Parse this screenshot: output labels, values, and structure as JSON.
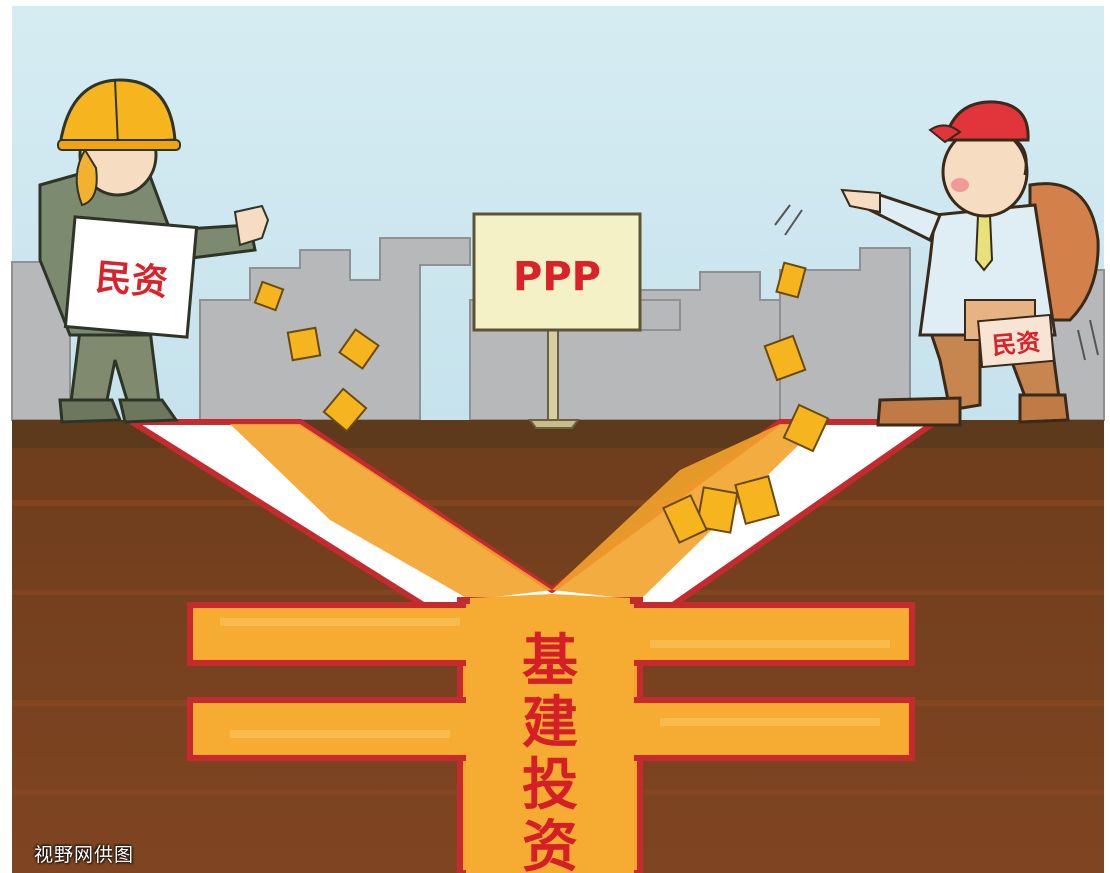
{
  "illustration": {
    "center_sign": "PPP",
    "left_worker_sign": "民资",
    "right_man_sign": "民资",
    "yen_column_text": [
      "基",
      "建",
      "投",
      "资"
    ],
    "credit": "视野网供图"
  },
  "colors": {
    "sky": "#cfe7ef",
    "city": "#b7b9bb",
    "ground_top": "#5c3a1e",
    "ground": "#7a4220",
    "yen": "#f4a52a",
    "outline": "#c42a2e",
    "sign_text": "#d8232a"
  }
}
